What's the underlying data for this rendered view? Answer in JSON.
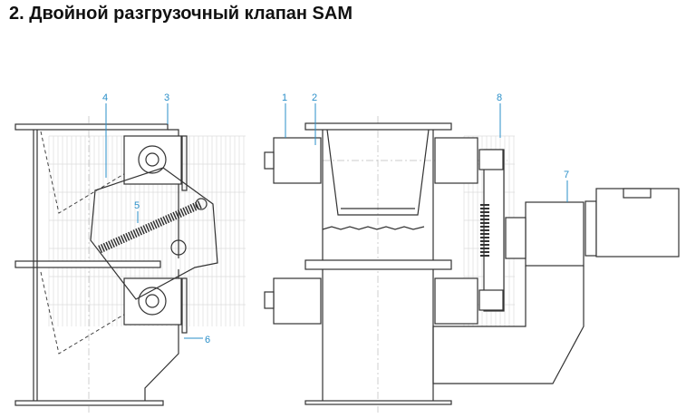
{
  "title": "2. Двойной разгрузочный клапан SAM",
  "labels": {
    "l1": "1",
    "l2": "2",
    "l3": "3",
    "l4": "4",
    "l5": "5",
    "l6": "6",
    "l7": "7",
    "l8": "8"
  },
  "colors": {
    "label": "#2a8fc9",
    "line": "#333333"
  }
}
